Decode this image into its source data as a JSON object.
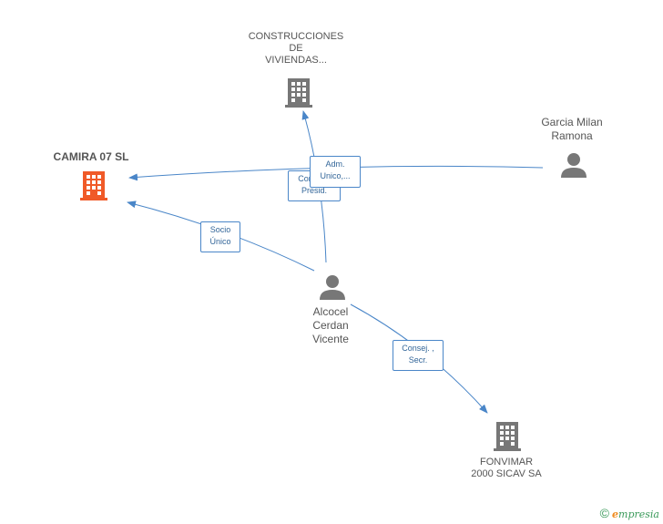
{
  "colors": {
    "edge": "#4a86c8",
    "building_main": "#f05a28",
    "building": "#777777",
    "person": "#777777"
  },
  "nodes": {
    "construcciones": {
      "label_lines": [
        "CONSTRUCCIONES",
        "DE",
        "VIVIENDAS..."
      ],
      "icon": "building-icon"
    },
    "camira": {
      "label": "CAMIRA 07 SL",
      "icon": "building-icon"
    },
    "garcia": {
      "label_lines": [
        "Garcia Milan",
        "Ramona"
      ],
      "icon": "person-icon"
    },
    "alcocel": {
      "label_lines": [
        "Alcocel",
        "Cerdan",
        "Vicente"
      ],
      "icon": "person-icon"
    },
    "fonvimar": {
      "label_lines": [
        "FONVIMAR",
        "2000 SICAV SA"
      ],
      "icon": "building-icon"
    }
  },
  "edge_labels": {
    "consej_presid": [
      "Consej. ,",
      "Presid."
    ],
    "adm_unico": [
      "Adm.",
      "Unico,..."
    ],
    "socio_unico": [
      "Socio",
      "Único"
    ],
    "consej_secr": [
      "Consej. ,",
      "Secr."
    ]
  },
  "footer": {
    "copyright": "©",
    "brand_e": "e",
    "brand_rest": "mpresia"
  }
}
